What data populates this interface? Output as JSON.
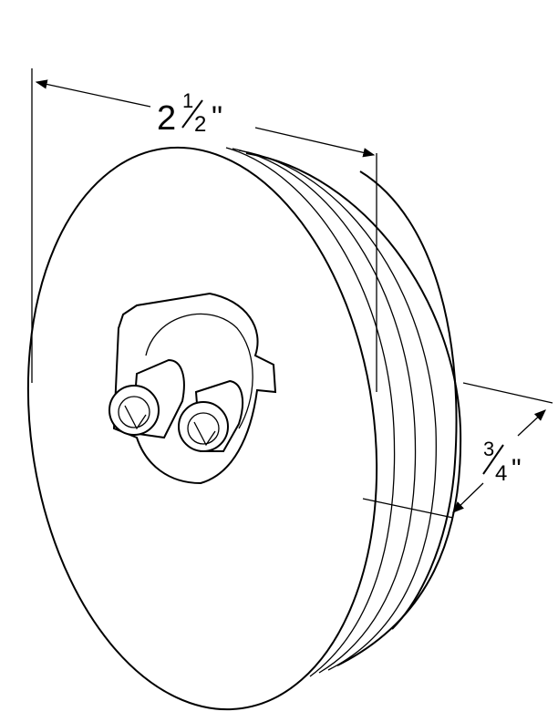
{
  "diagram": {
    "diameter_dimension": {
      "whole": "2",
      "numerator": "1",
      "denominator": "2",
      "unit": "\""
    },
    "depth_dimension": {
      "numerator": "3",
      "denominator": "4",
      "unit": "\""
    },
    "colors": {
      "line": "#000000",
      "background": "#ffffff"
    }
  }
}
